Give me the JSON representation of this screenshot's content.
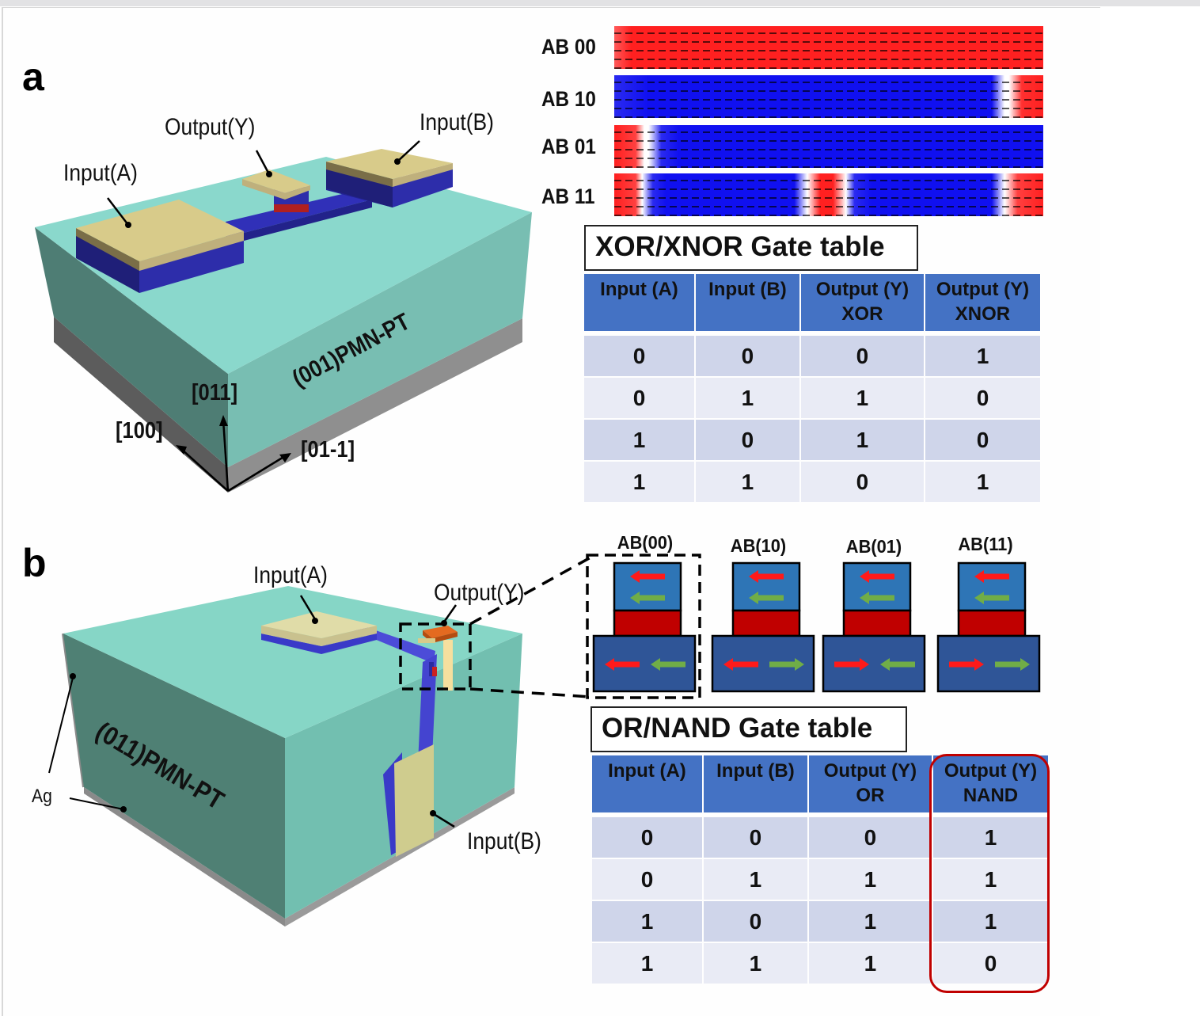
{
  "panel_a": {
    "letter": "a",
    "device_labels": {
      "input_a": "Input(A)",
      "output_y": "Output(Y)",
      "input_b": "Input(B)",
      "substrate": "(001)PMN-PT"
    },
    "axes": {
      "vertical": "[011]",
      "left": "[100]",
      "right": "[01-1]"
    },
    "simulation_rows": [
      {
        "label": "AB 00",
        "state": "all-red"
      },
      {
        "label": "AB 10",
        "state": "blue-with-red-right-end"
      },
      {
        "label": "AB 01",
        "state": "blue-with-red-left-end"
      },
      {
        "label": "AB 11",
        "state": "blue-with-red-ends-and-center"
      }
    ],
    "table": {
      "title": "XOR/XNOR Gate table",
      "headers": [
        [
          "Input (A)",
          ""
        ],
        [
          "Input (B)",
          ""
        ],
        [
          "Output (Y)",
          "XOR"
        ],
        [
          "Output (Y)",
          "XNOR"
        ]
      ],
      "rows": [
        [
          "0",
          "0",
          "0",
          "1"
        ],
        [
          "0",
          "1",
          "1",
          "0"
        ],
        [
          "1",
          "0",
          "1",
          "0"
        ],
        [
          "1",
          "1",
          "0",
          "1"
        ]
      ]
    }
  },
  "panel_b": {
    "letter": "b",
    "device_labels": {
      "input_a": "Input(A)",
      "output_y": "Output(Y)",
      "input_b": "Input(B)",
      "substrate": "(011)PMN-PT",
      "electrode": "Ag"
    },
    "states": [
      {
        "label": "AB(00)",
        "top": [
          "left",
          "left"
        ],
        "bottom": [
          "left",
          "left"
        ],
        "highlighted": true
      },
      {
        "label": "AB(10)",
        "top": [
          "left",
          "left"
        ],
        "bottom": [
          "left",
          "right"
        ],
        "highlighted": false
      },
      {
        "label": "AB(01)",
        "top": [
          "left",
          "left"
        ],
        "bottom": [
          "right",
          "left"
        ],
        "highlighted": false
      },
      {
        "label": "AB(11)",
        "top": [
          "left",
          "left"
        ],
        "bottom": [
          "right",
          "right"
        ],
        "highlighted": false
      }
    ],
    "table": {
      "title": "OR/NAND Gate table",
      "headers": [
        [
          "Input (A)",
          ""
        ],
        [
          "Input (B)",
          ""
        ],
        [
          "Output (Y)",
          "OR"
        ],
        [
          "Output (Y)",
          "NAND"
        ]
      ],
      "rows": [
        [
          "0",
          "0",
          "0",
          "1"
        ],
        [
          "0",
          "1",
          "1",
          "1"
        ],
        [
          "1",
          "0",
          "1",
          "1"
        ],
        [
          "1",
          "1",
          "1",
          "0"
        ]
      ],
      "highlighted_column": "NAND"
    }
  },
  "colors": {
    "substrate_top": "#8ad8cc",
    "substrate_side_dark": "#4f7b72",
    "substrate_side_light": "#76bcb0",
    "electrode": "#d8cb8a",
    "magnet_blue": "#2c2caa",
    "ag_grey": "#8c8c8c",
    "sim_red": "#ff2020",
    "sim_blue": "#1a1af0",
    "header_blue": "#4472c4",
    "row_dark": "#cfd5ea",
    "row_light": "#e9ebf5",
    "highlight_red": "#c00000",
    "arrow_red": "#ff1a1a",
    "arrow_green": "#70ad47"
  }
}
